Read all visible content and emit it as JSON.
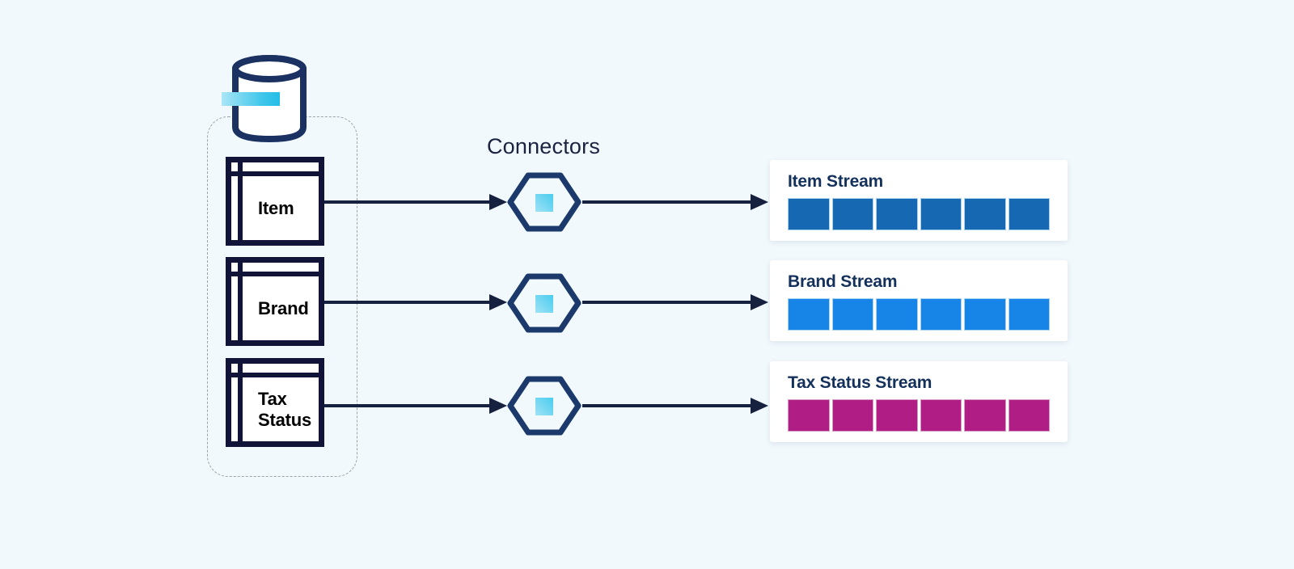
{
  "theme": {
    "background": "#f1f9fd",
    "ink": "#111438",
    "line": "#16203f",
    "dashed_border": "#9aa3ae",
    "card_background": "#ffffff",
    "title_color": "#14315c",
    "accent_cyan": "#3fc6ea",
    "connector_stroke": "#1b3a6b"
  },
  "source": {
    "database_icon": "database-cylinder",
    "tables": [
      {
        "label": "Item",
        "icon": "table-icon"
      },
      {
        "label": "Brand",
        "icon": "table-icon"
      },
      {
        "label": "Tax\nStatus",
        "line1": "Tax",
        "line2": "Status",
        "icon": "table-icon"
      }
    ]
  },
  "connectors": {
    "label": "Connectors",
    "icon": "connector-hexagon-icon",
    "count": 3
  },
  "streams": [
    {
      "title": "Item Stream",
      "color": "#1668b2",
      "segment_border": "#a7d3ee",
      "segments": 6
    },
    {
      "title": "Brand Stream",
      "color": "#1784e8",
      "segment_border": "#a7d3ee",
      "segments": 6
    },
    {
      "title": "Tax Status Stream",
      "color": "#b01e85",
      "segment_border": "#d79ac4",
      "segments": 6
    }
  ],
  "flow": {
    "arrow_in_label": "table-to-connector-arrow",
    "arrow_out_label": "connector-to-stream-arrow"
  }
}
